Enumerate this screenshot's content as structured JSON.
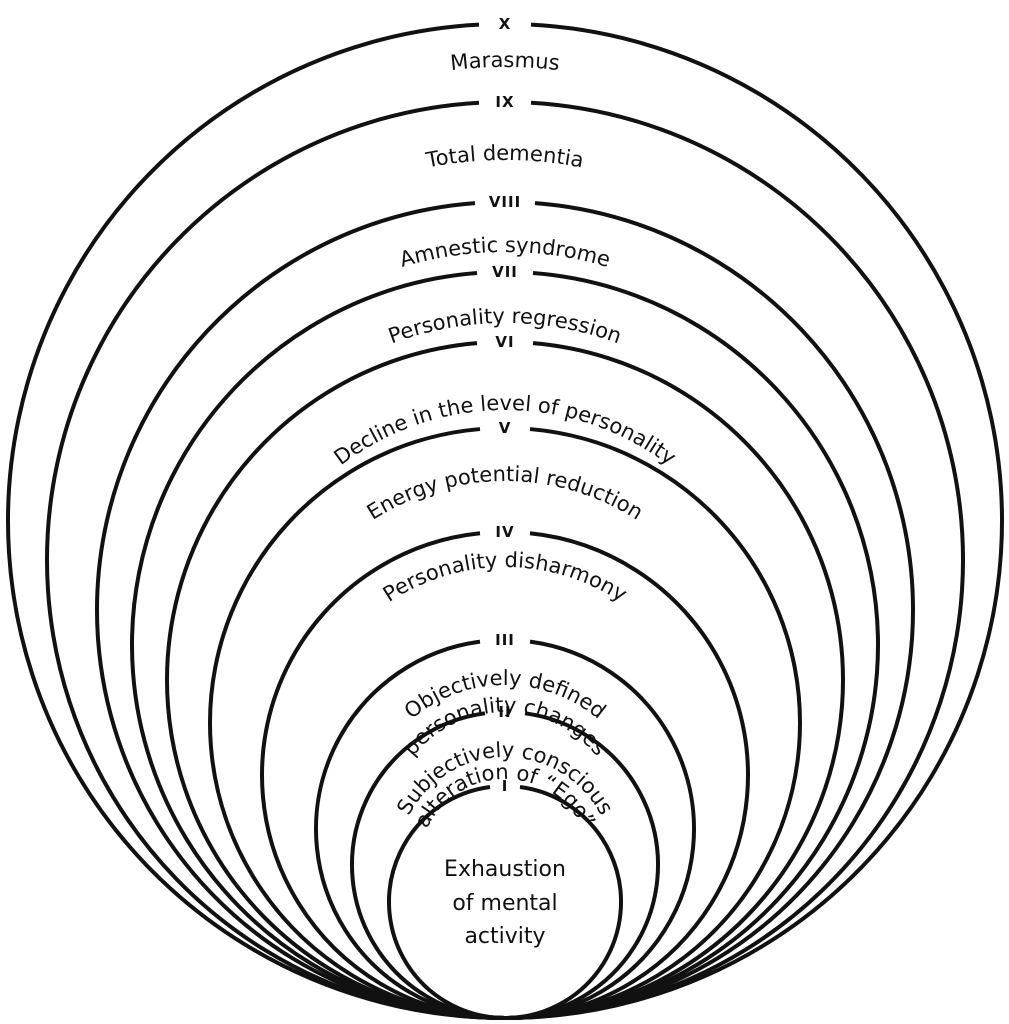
{
  "colors": {
    "stroke": "#111111",
    "background": "#ffffff"
  },
  "stages": [
    {
      "numeral": "X",
      "label": "Marasmus"
    },
    {
      "numeral": "IX",
      "label": "Total dementia"
    },
    {
      "numeral": "VIII",
      "label": "Amnestic syndrome"
    },
    {
      "numeral": "VII",
      "label": "Personality regression"
    },
    {
      "numeral": "VI",
      "label": "Decline in the level of personality"
    },
    {
      "numeral": "V",
      "label": "Energy potential reduction"
    },
    {
      "numeral": "IV",
      "label": "Personality disharmony"
    },
    {
      "numeral": "III",
      "label": "Objectively defined personality changes"
    },
    {
      "numeral": "II",
      "label": "Subjectively conscious alteration of “Ego”"
    },
    {
      "numeral": "I",
      "label": ""
    }
  ],
  "center": {
    "lines": [
      "Exhaustion",
      "of mental",
      "activity"
    ]
  }
}
